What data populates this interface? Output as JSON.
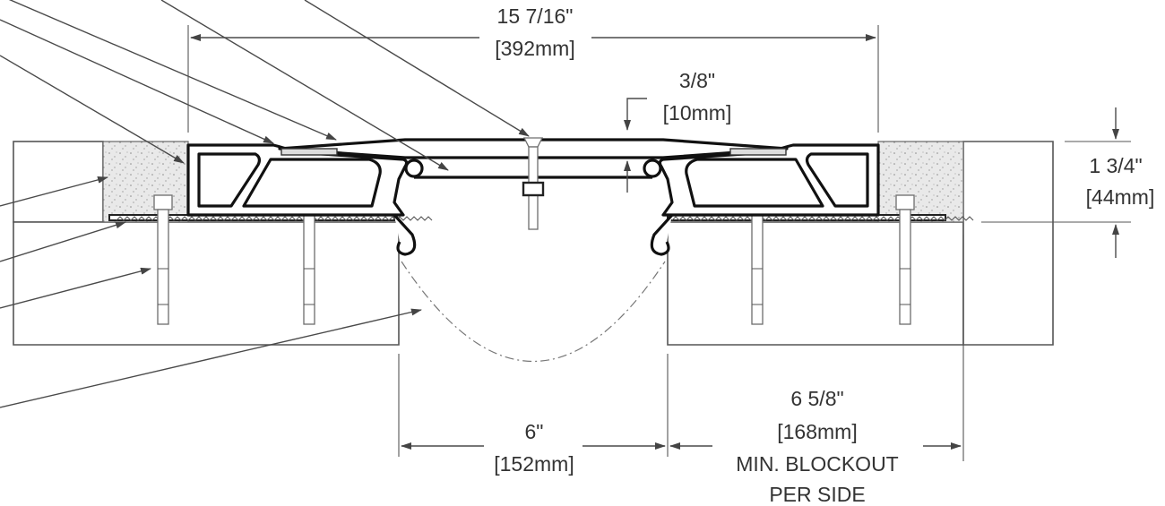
{
  "dimensions": {
    "overall_width": {
      "imperial": "15 7/16\"",
      "metric": "[392mm]"
    },
    "cover_gap": {
      "imperial": "3/8\"",
      "metric": "[10mm]"
    },
    "depth": {
      "imperial": "1 3/4\"",
      "metric": "[44mm]"
    },
    "joint_opening": {
      "imperial": "6\"",
      "metric": "[152mm]"
    },
    "blockout": {
      "imperial": "6 5/8\"",
      "metric": "[168mm]",
      "note_line1": "MIN. BLOCKOUT",
      "note_line2": "PER SIDE"
    }
  },
  "colors": {
    "outline": "#111111",
    "hatch": "#8a8a8a",
    "grout": "#e6e6e6",
    "dimension": "#333333"
  }
}
